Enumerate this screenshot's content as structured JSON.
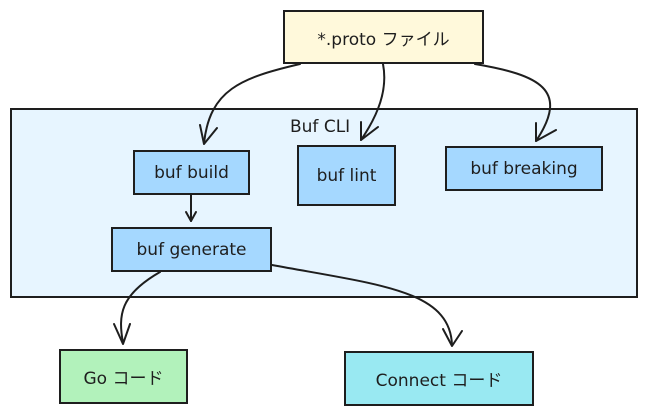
{
  "diagram": {
    "group": {
      "label": "Buf CLI",
      "fill": "#e7f5ff"
    },
    "nodes": {
      "proto": {
        "label": "*.proto ファイル",
        "fill": "#fff9db"
      },
      "build": {
        "label": "buf build",
        "fill": "#a5d8ff"
      },
      "lint": {
        "label": "buf lint",
        "fill": "#a5d8ff"
      },
      "breaking": {
        "label": "buf breaking",
        "fill": "#a5d8ff"
      },
      "generate": {
        "label": "buf generate",
        "fill": "#a5d8ff"
      },
      "go": {
        "label": "Go コード",
        "fill": "#b2f2bb"
      },
      "connect": {
        "label": "Connect コード",
        "fill": "#99e9f2"
      }
    },
    "edges": [
      {
        "from": "proto",
        "to": "build"
      },
      {
        "from": "proto",
        "to": "lint"
      },
      {
        "from": "proto",
        "to": "breaking"
      },
      {
        "from": "build",
        "to": "generate"
      },
      {
        "from": "generate",
        "to": "go"
      },
      {
        "from": "generate",
        "to": "connect"
      }
    ]
  }
}
